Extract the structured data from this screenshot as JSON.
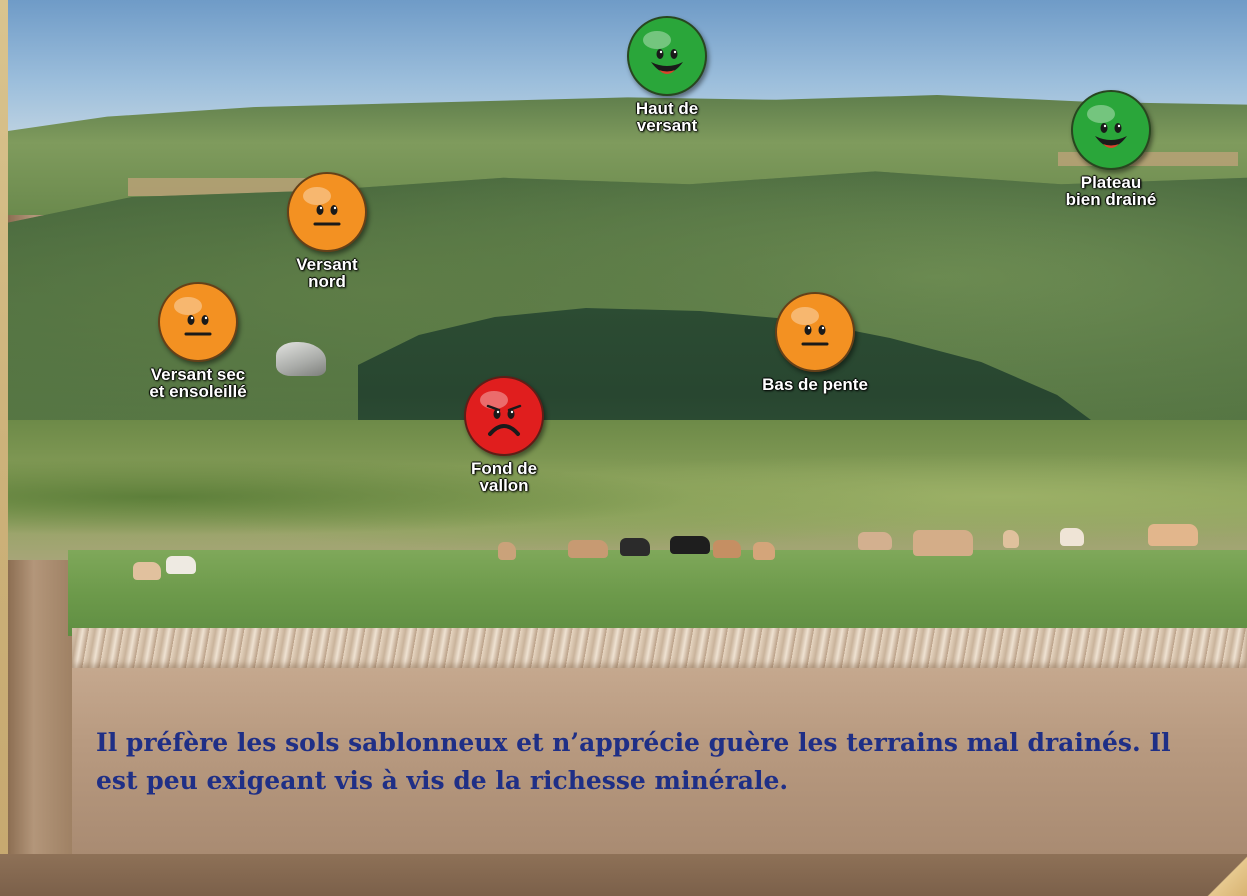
{
  "colors": {
    "good": "#2aa63a",
    "medium": "#f39122",
    "bad": "#e01e1e",
    "caption": "#1f2f86"
  },
  "markers": [
    {
      "id": "haut-de-versant",
      "mood": "happy",
      "line1": "Haut de",
      "line2": "versant"
    },
    {
      "id": "plateau",
      "mood": "happy",
      "line1": "Plateau",
      "line2": "bien drainé"
    },
    {
      "id": "versant-nord",
      "mood": "neutral",
      "line1": "Versant",
      "line2": "nord"
    },
    {
      "id": "versant-sec",
      "mood": "neutral",
      "line1": "Versant sec",
      "line2": "et ensoleillé"
    },
    {
      "id": "bas-de-pente",
      "mood": "neutral",
      "line1": "Bas de pente",
      "line2": ""
    },
    {
      "id": "fond-de-vallon",
      "mood": "sad",
      "line1": "Fond de",
      "line2": "vallon"
    }
  ],
  "caption": {
    "text": "Il préfère les sols sablonneux et n’apprécie guère les terrains mal drainés. Il est peu exigeant vis à vis de la richesse minérale."
  }
}
